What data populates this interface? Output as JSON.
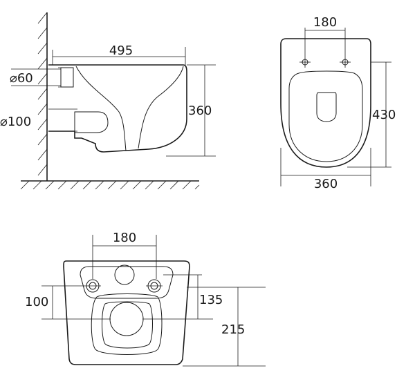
{
  "side_view": {
    "length": "495",
    "height": "360",
    "pipe_small": "⌀60",
    "pipe_large": "⌀100"
  },
  "top_view": {
    "hole_spacing": "180",
    "depth": "430",
    "width": "360"
  },
  "rear_view": {
    "hole_spacing": "180",
    "left_offset": "100",
    "hole_height": "135",
    "total_height": "215"
  }
}
